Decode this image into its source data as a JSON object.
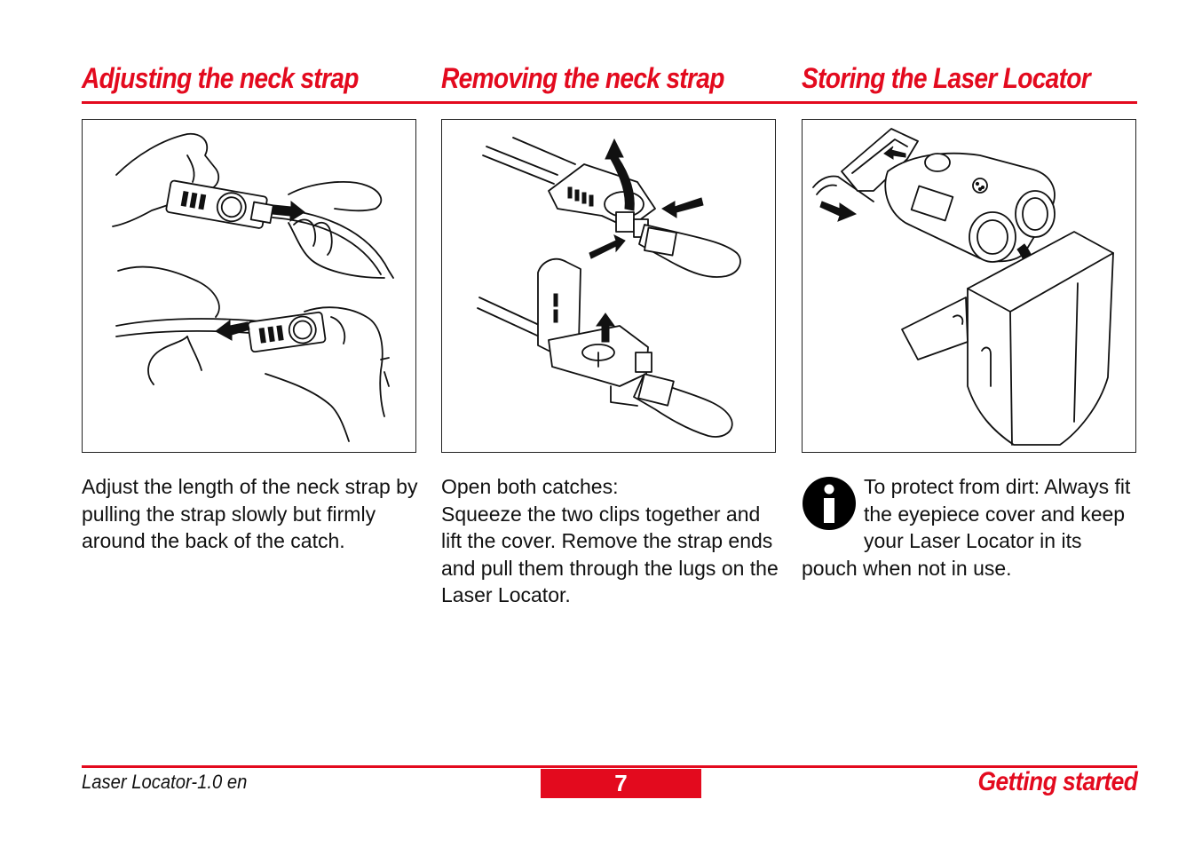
{
  "headings": {
    "adjust": "Adjusting the neck strap",
    "remove": "Removing the neck strap",
    "store": "Storing the Laser Locator"
  },
  "texts": {
    "adjust": "Adjust the length of the neck strap by pulling the strap slowly but firmly around the back of the catch.",
    "remove_line1": "Open both catches:",
    "remove_rest": "Squeeze the two clips together and lift the cover. Remove the strap ends and pull them through the lugs on the Laser Locator.",
    "store": "To protect from dirt: Always fit the eyepiece cover and keep your Laser Locator in its pouch when not in use."
  },
  "icons": {
    "info": "info-icon"
  },
  "footer": {
    "doc_name": "Laser Locator-1.0 en",
    "page_number": "7",
    "section": "Getting started"
  },
  "colors": {
    "accent": "#e30a1e",
    "text": "#111111"
  }
}
